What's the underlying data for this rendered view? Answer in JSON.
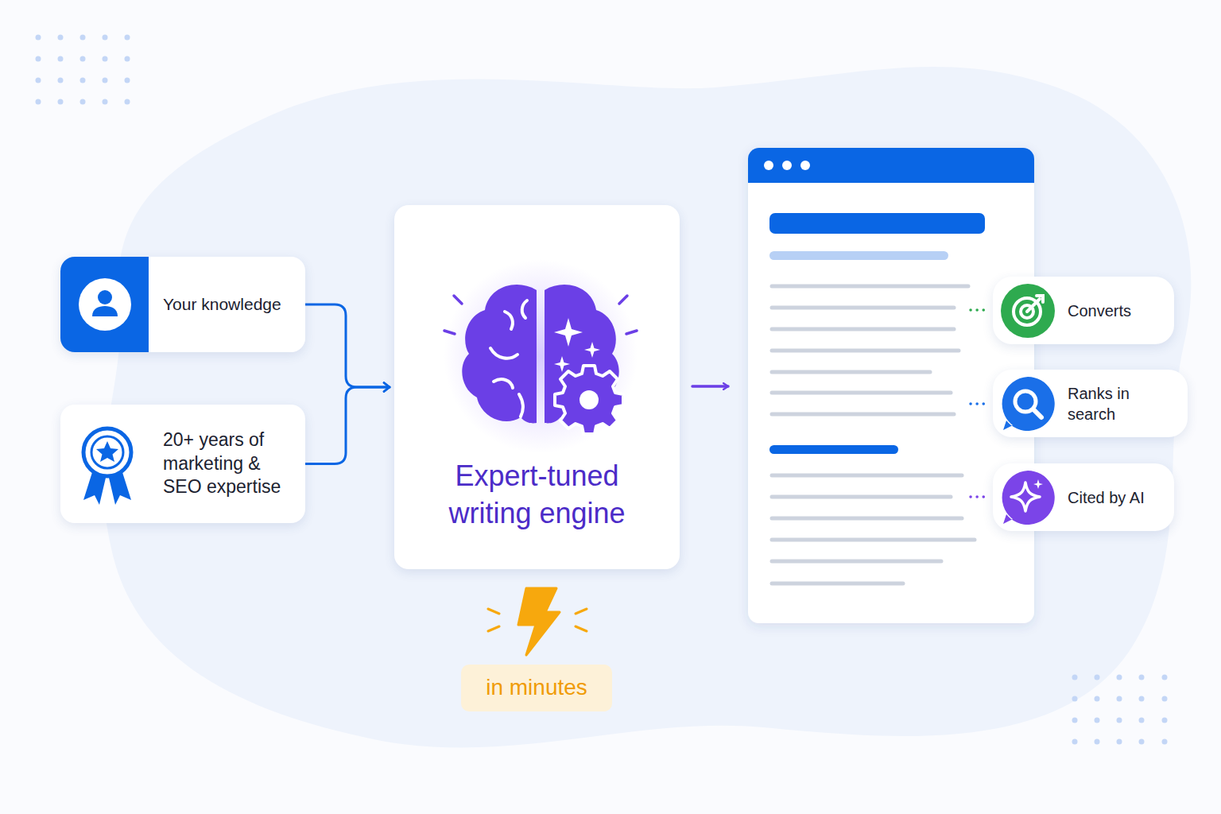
{
  "diagram": {
    "nodes": [
      {
        "text": [
          "Your knowledge"
        ]
      },
      {
        "text": [
          "20+ years of marketing & SEO expertise"
        ]
      },
      {
        "text": [
          "Expert-tuned writing engine"
        ]
      },
      {
        "text": [
          "in minutes"
        ]
      },
      {
        "text": [
          "Converts"
        ]
      },
      {
        "text": [
          "Ranks in search"
        ]
      },
      {
        "text": [
          "Cited by AI"
        ]
      }
    ],
    "edges": [
      {
        "from": 0,
        "to": 2,
        "arrow": "to"
      },
      {
        "from": 1,
        "to": 2,
        "arrow": "to"
      }
    ]
  }
}
